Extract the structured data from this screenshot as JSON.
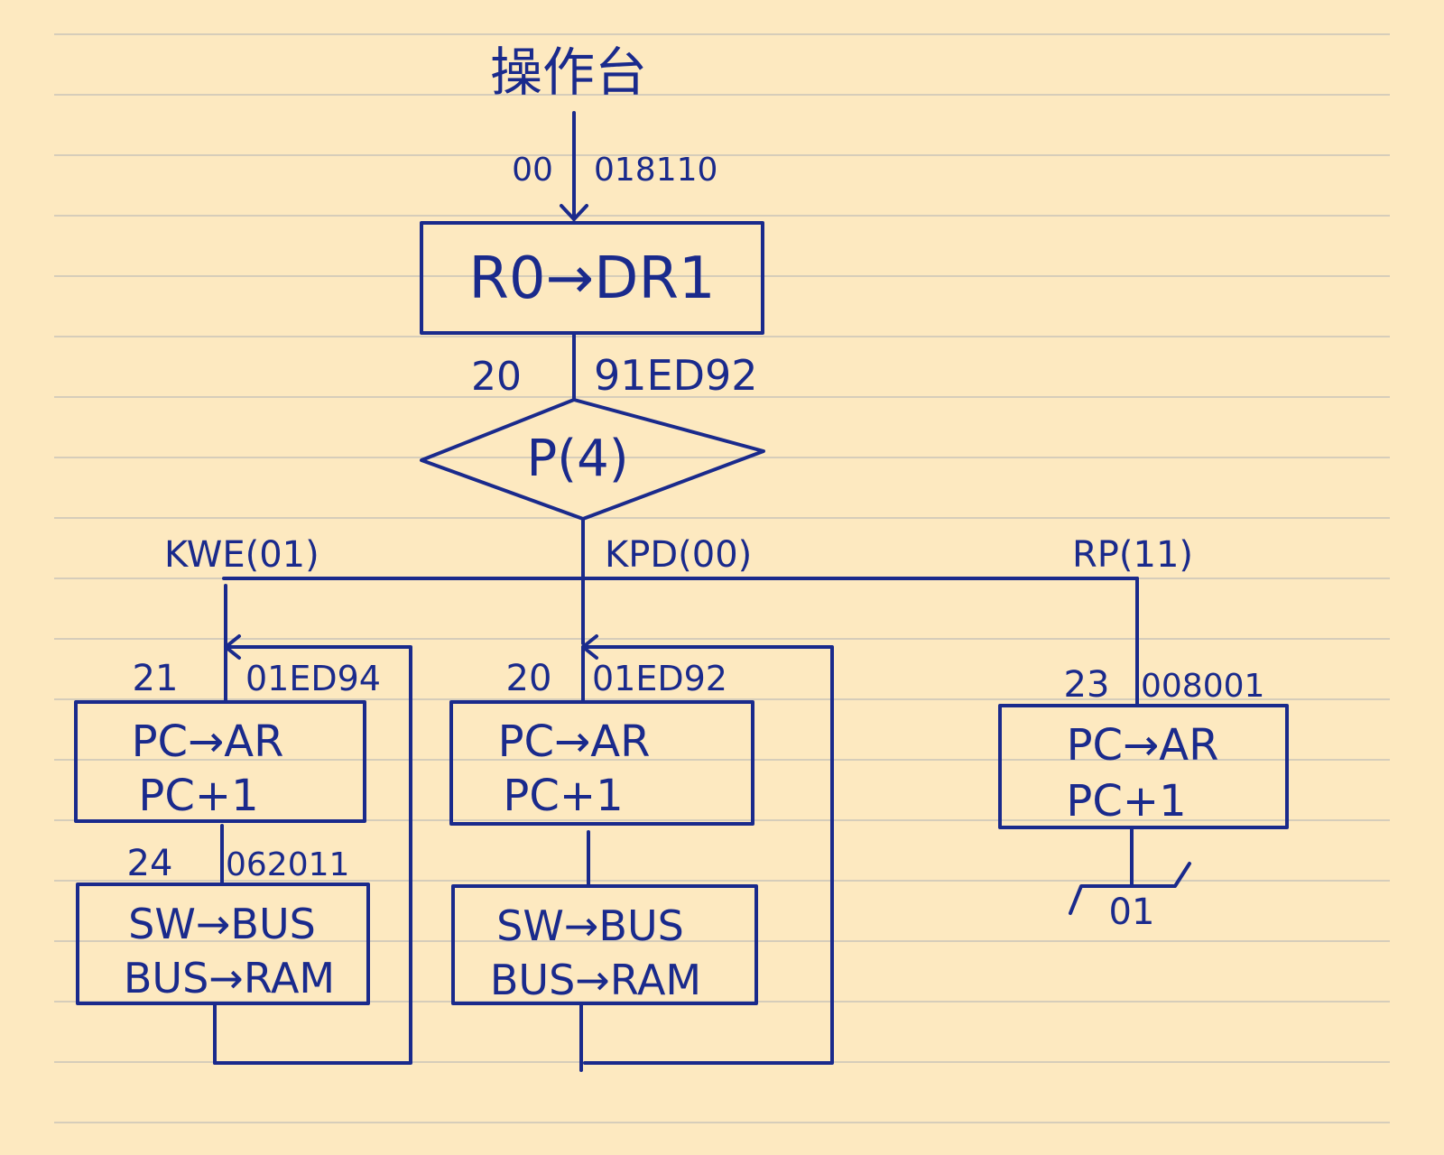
{
  "console_title": "操作台",
  "entry": {
    "addr": "00",
    "code": "018110"
  },
  "box_r0": {
    "text": "R0→DR1"
  },
  "after_r0": {
    "addr": "20",
    "code": "91ED92"
  },
  "decision": {
    "text": "P(4)"
  },
  "branches": {
    "kwe": {
      "label": "KWE(01)",
      "addr": "21",
      "code": "01ED94",
      "line1": "PC→AR",
      "line2": "PC+1",
      "next_addr": "24",
      "next_code": "062011",
      "sw_line1": "SW→BUS",
      "sw_line2": "BUS→RAM"
    },
    "kpd": {
      "label": "KPD(00)",
      "addr": "20",
      "code": "01ED92",
      "line1": "PC→AR",
      "line2": "PC+1",
      "sw_line1": "SW→BUS",
      "sw_line2": "BUS→RAM"
    },
    "rp": {
      "label": "RP(11)",
      "addr": "23",
      "code": "008001",
      "line1": "PC→AR",
      "line2": "PC+1",
      "exit_label": "01"
    }
  },
  "colors": {
    "ink": "#1a2a8c",
    "paper": "#fde9c0",
    "ruled_line": "#c9c4b8"
  }
}
